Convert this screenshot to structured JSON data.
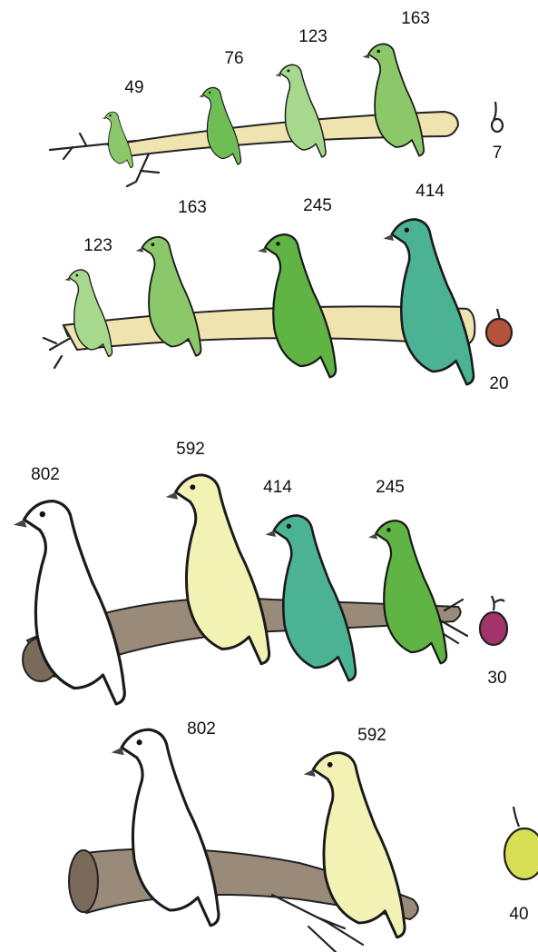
{
  "rows": [
    {
      "birds": [
        {
          "label": "49",
          "color": "#8bc86a"
        },
        {
          "label": "76",
          "color": "#6fbe55"
        },
        {
          "label": "123",
          "color": "#a6d88e"
        },
        {
          "label": "163",
          "color": "#8bc86a"
        }
      ],
      "fruit": {
        "label": "7",
        "color": "#ffffff"
      }
    },
    {
      "birds": [
        {
          "label": "123",
          "color": "#a6d88e"
        },
        {
          "label": "163",
          "color": "#8bc86a"
        },
        {
          "label": "245",
          "color": "#5fb443"
        },
        {
          "label": "414",
          "color": "#4bb394"
        }
      ],
      "fruit": {
        "label": "20",
        "color": "#b5523e"
      }
    },
    {
      "birds": [
        {
          "label": "802",
          "color": "#ffffff"
        },
        {
          "label": "592",
          "color": "#f3f2b5"
        },
        {
          "label": "414",
          "color": "#4bb394"
        },
        {
          "label": "245",
          "color": "#5fb443"
        }
      ],
      "fruit": {
        "label": "30",
        "color": "#a3346b"
      }
    },
    {
      "birds": [
        {
          "label": "802",
          "color": "#ffffff"
        },
        {
          "label": "592",
          "color": "#f3f2b5"
        }
      ],
      "fruit": {
        "label": "40",
        "color": "#d9df55"
      }
    }
  ]
}
